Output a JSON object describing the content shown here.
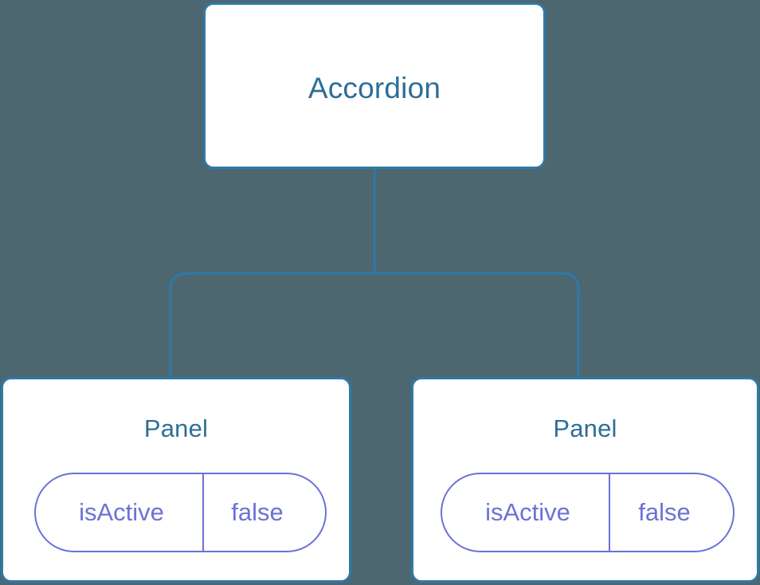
{
  "diagram": {
    "background_color": "#4c6770",
    "node_fill": "#ffffff",
    "node_border_color": "#2e79a8",
    "node_text_color": "#2e6e96",
    "prop_color": "#6b72d6",
    "edge_color": "#2e79a8",
    "root": {
      "label": "Accordion"
    },
    "children": [
      {
        "label": "Panel",
        "prop": {
          "key": "isActive",
          "value": "false"
        }
      },
      {
        "label": "Panel",
        "prop": {
          "key": "isActive",
          "value": "false"
        }
      }
    ]
  }
}
